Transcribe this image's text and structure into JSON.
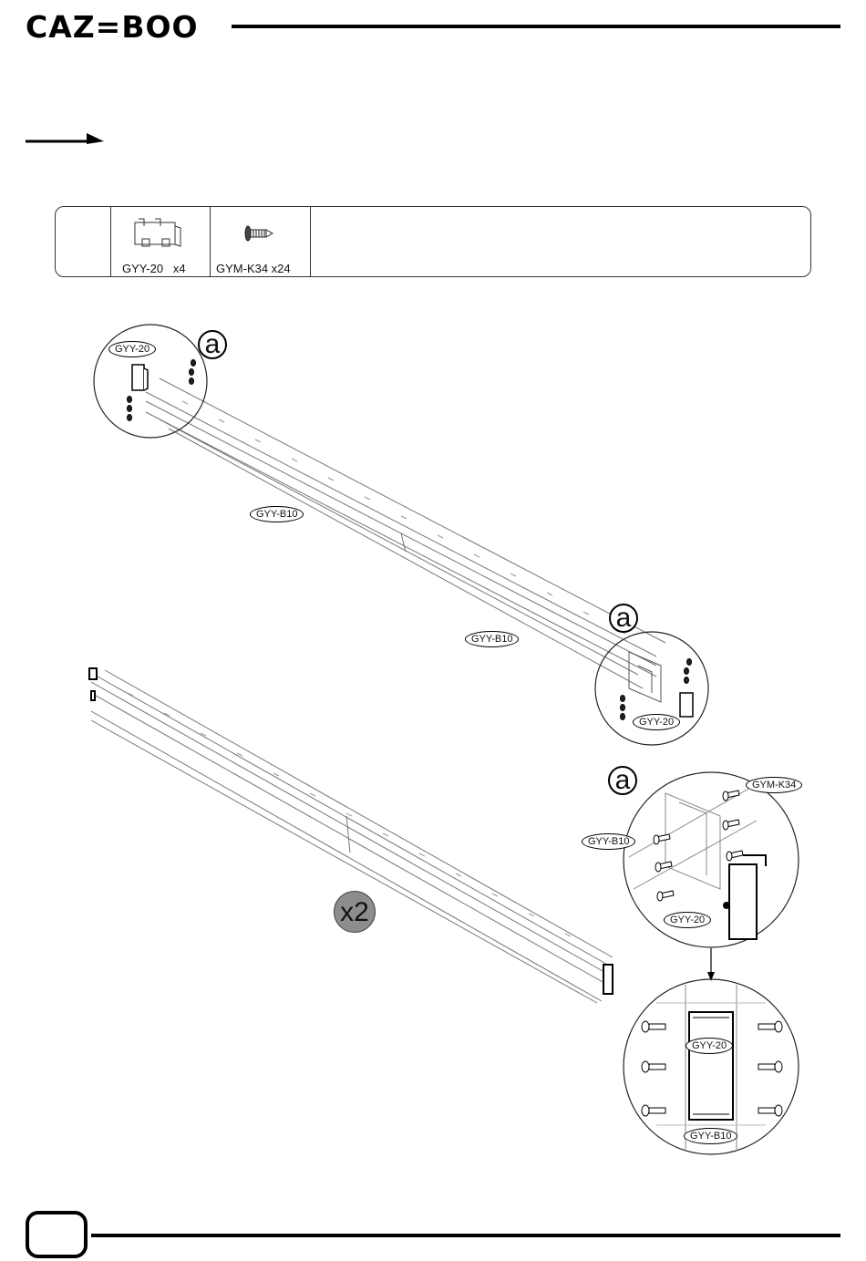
{
  "header": {
    "brand": "CAZ=BOO"
  },
  "parts": {
    "items": [
      {
        "code": "GYY-20",
        "qty": "x4",
        "label": "GYY-20   x4"
      },
      {
        "code": "GYM-K34",
        "qty": "x24",
        "label": "GYM-K34 x24"
      }
    ]
  },
  "diagram": {
    "callouts": {
      "gyy20_top": "GYY-20",
      "gyyb10_left": "GYY-B10",
      "gyyb10_mid": "GYY-B10",
      "gyy20_right": "GYY-20",
      "gymk34_detail": "GYM-K34",
      "gyyb10_detail": "GYY-B10",
      "gyy20_detail": "GYY-20",
      "gyy20_final": "GYY-20",
      "gyyb10_final": "GYY-B10"
    },
    "step_letter": "a",
    "multiplier": "x2"
  }
}
